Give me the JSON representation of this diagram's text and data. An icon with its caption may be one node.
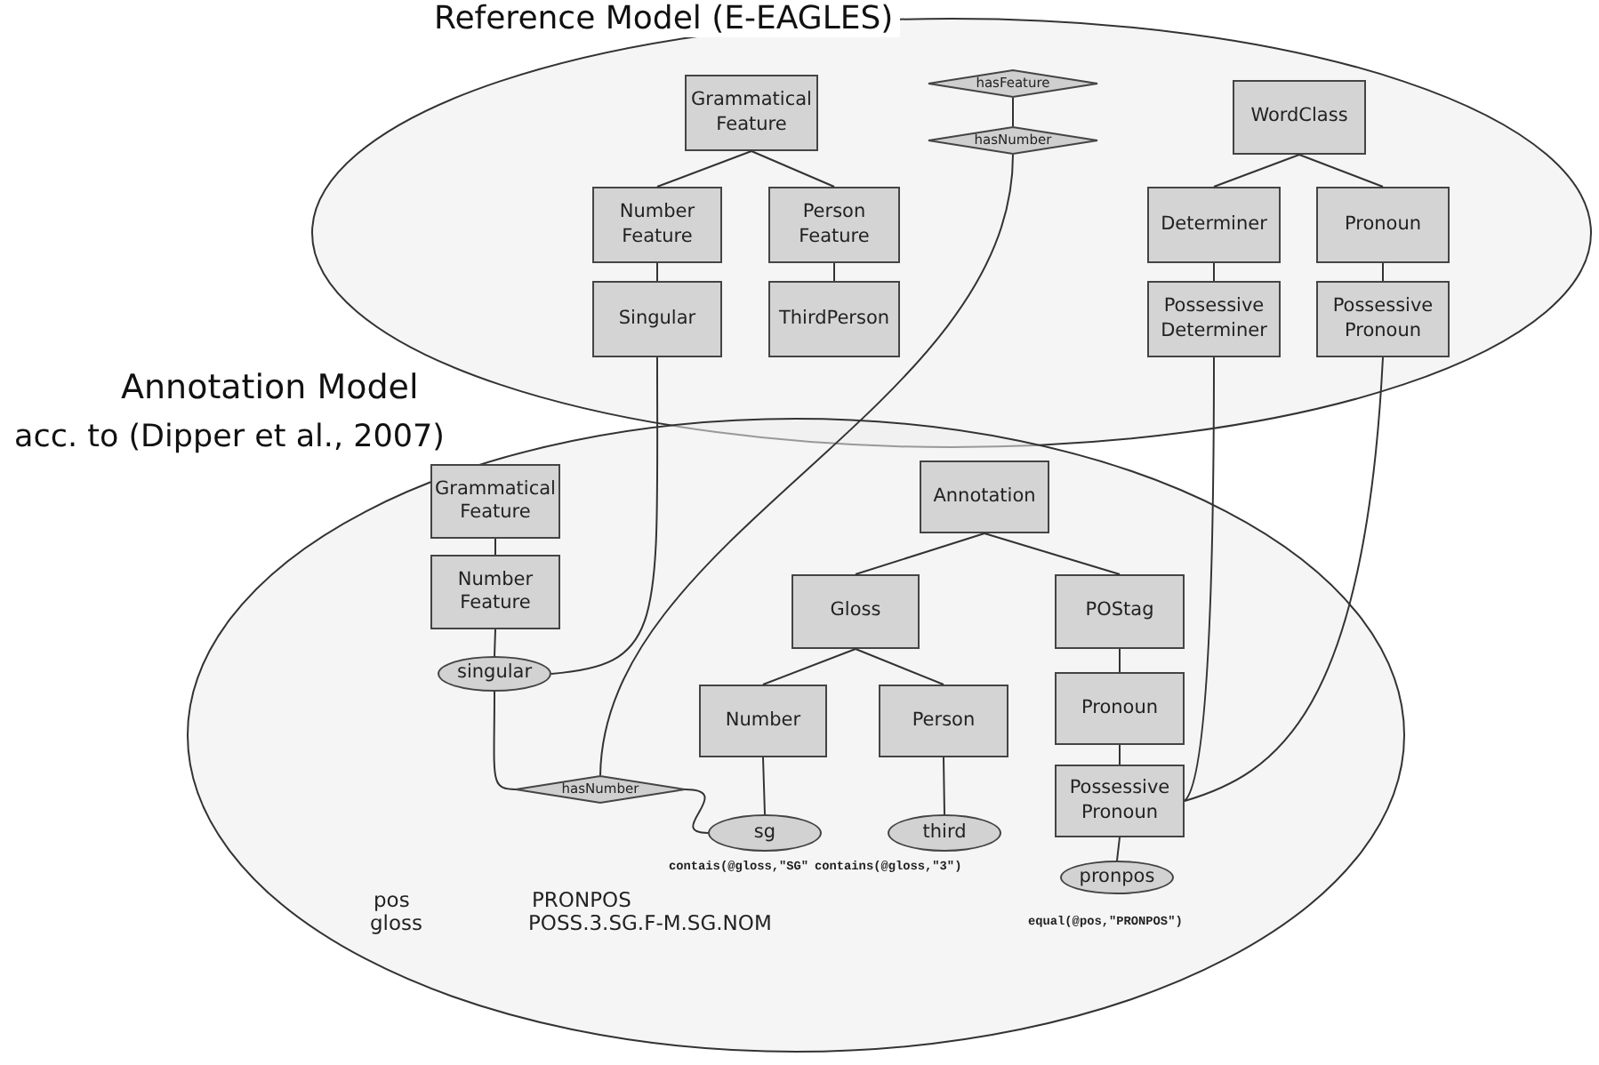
{
  "diagram": {
    "nodes": [
      {
        "text": [
          "Reference Model (E-EAGLES)"
        ]
      },
      {
        "text": [
          "Grammatical Feature"
        ],
        "in": 0
      },
      {
        "text": [
          "hasFeature"
        ],
        "in": 0
      },
      {
        "text": [
          "hasNumber"
        ],
        "in": 0
      },
      {
        "text": [
          "WordClass"
        ],
        "in": 0
      },
      {
        "text": [
          "Number Feature"
        ],
        "in": 0
      },
      {
        "text": [
          "Person Feature"
        ],
        "in": 0
      },
      {
        "text": [
          "Determiner"
        ],
        "in": 0
      },
      {
        "text": [
          "Pronoun"
        ],
        "in": 0
      },
      {
        "text": [
          "Singular"
        ],
        "in": 0
      },
      {
        "text": [
          "ThirdPerson"
        ],
        "in": 0
      },
      {
        "text": [
          "Possessive Determiner"
        ],
        "in": 0
      },
      {
        "text": [
          "Possessive Pronoun"
        ],
        "in": 0
      },
      {
        "text": [
          "Annotation Model",
          "acc. to (Dipper et al., 2007)"
        ]
      },
      {
        "text": [
          "Grammatical Feature"
        ],
        "in": 13
      },
      {
        "text": [
          "Annotation"
        ],
        "in": 13
      },
      {
        "text": [
          "Number Feature"
        ],
        "in": 13
      },
      {
        "text": [
          "Gloss"
        ],
        "in": 13
      },
      {
        "text": [
          "POStag"
        ],
        "in": 13
      },
      {
        "text": [
          "singular"
        ],
        "in": 13
      },
      {
        "text": [
          "Number"
        ],
        "in": 13
      },
      {
        "text": [
          "Person"
        ],
        "in": 13
      },
      {
        "text": [
          "Pronoun"
        ],
        "in": 13
      },
      {
        "text": [
          "hasNumber"
        ],
        "in": 13
      },
      {
        "text": [
          "sg"
        ],
        "in": 13
      },
      {
        "text": [
          "third"
        ],
        "in": 13
      },
      {
        "text": [
          "Possessive Pronoun"
        ],
        "in": 13
      },
      {
        "text": [
          "pronpos"
        ],
        "in": 13
      }
    ],
    "edges": [
      {
        "from": 1,
        "to": 5,
        "arrow": "none"
      },
      {
        "from": 1,
        "to": 6,
        "arrow": "none"
      },
      {
        "from": 2,
        "to": 3,
        "arrow": "none"
      },
      {
        "from": 4,
        "to": 7,
        "arrow": "none"
      },
      {
        "from": 4,
        "to": 8,
        "arrow": "none"
      },
      {
        "from": 5,
        "to": 9,
        "arrow": "none"
      },
      {
        "from": 6,
        "to": 10,
        "arrow": "none"
      },
      {
        "from": 7,
        "to": 11,
        "arrow": "none"
      },
      {
        "from": 8,
        "to": 12,
        "arrow": "none"
      },
      {
        "from": 14,
        "to": 16,
        "arrow": "none"
      },
      {
        "from": 16,
        "to": 19,
        "arrow": "none"
      },
      {
        "from": 15,
        "to": 17,
        "arrow": "none"
      },
      {
        "from": 15,
        "to": 18,
        "arrow": "none"
      },
      {
        "from": 17,
        "to": 20,
        "arrow": "none"
      },
      {
        "from": 17,
        "to": 21,
        "arrow": "none"
      },
      {
        "from": 18,
        "to": 22,
        "arrow": "none"
      },
      {
        "from": 22,
        "to": 26,
        "arrow": "none"
      },
      {
        "from": 26,
        "to": 27,
        "arrow": "none"
      },
      {
        "from": 20,
        "to": 24,
        "arrow": "none"
      },
      {
        "from": 21,
        "to": 25,
        "arrow": "none"
      },
      {
        "from": 9,
        "to": 19,
        "arrow": "none"
      },
      {
        "from": 3,
        "to": 23,
        "arrow": "none"
      },
      {
        "from": 19,
        "to": 23,
        "arrow": "none"
      },
      {
        "from": 23,
        "to": 24,
        "arrow": "none"
      },
      {
        "from": 11,
        "to": 26,
        "arrow": "none"
      },
      {
        "from": 12,
        "to": 26,
        "arrow": "none"
      }
    ],
    "labels": [
      "contais(@gloss,\"SG\"",
      "contains(@gloss,\"3\")",
      "pos",
      "PRONPOS",
      "gloss",
      "POSS.3.SG.F-M.SG.NOM",
      "equal(@pos,\"PRONPOS\")"
    ]
  }
}
